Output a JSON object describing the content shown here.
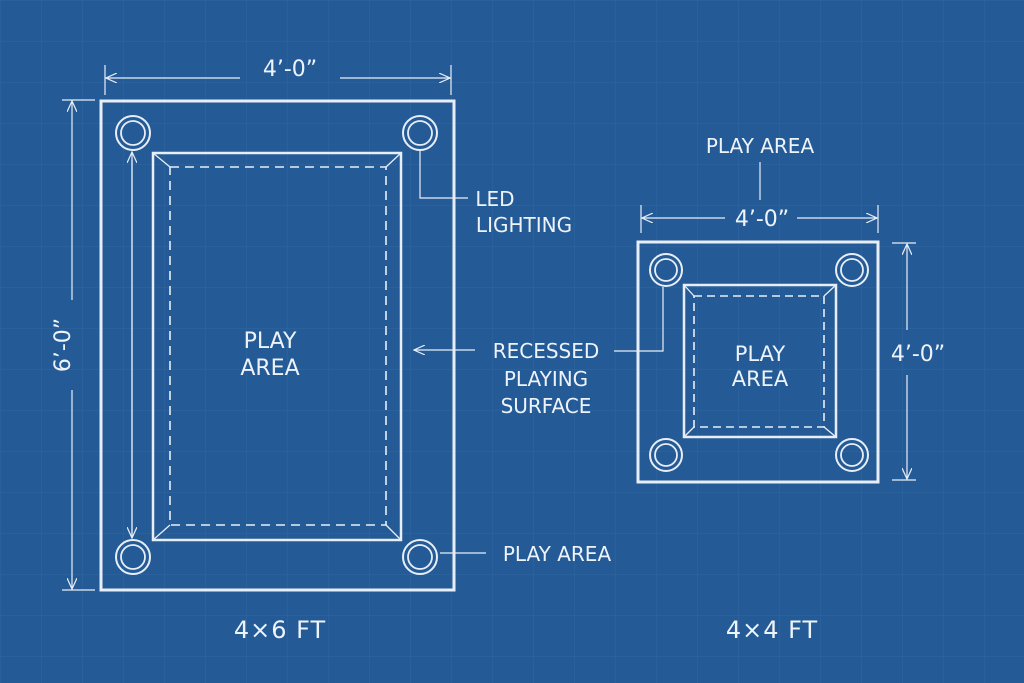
{
  "colors": {
    "background": "#245b96",
    "line": "#e8eef7",
    "grid": "#3a6ea6"
  },
  "left_table": {
    "width_dim": "4’-0”",
    "height_dim": "6’-0”",
    "play_area_line1": "PLAY",
    "play_area_line2": "AREA",
    "caption": "4×6 FT"
  },
  "right_table": {
    "top_label": "PLAY AREA",
    "width_dim": "4’-0”",
    "height_dim": "4’-0”",
    "play_area_line1": "PLAY",
    "play_area_line2": "AREA",
    "caption": "4×4 FT"
  },
  "callouts": {
    "led_line1": "LED",
    "led_line2": "LIGHTING",
    "recessed_line1": "RECESSED",
    "recessed_line2": "PLAYING",
    "recessed_line3": "SURFACE",
    "play_area": "PLAY AREA"
  }
}
